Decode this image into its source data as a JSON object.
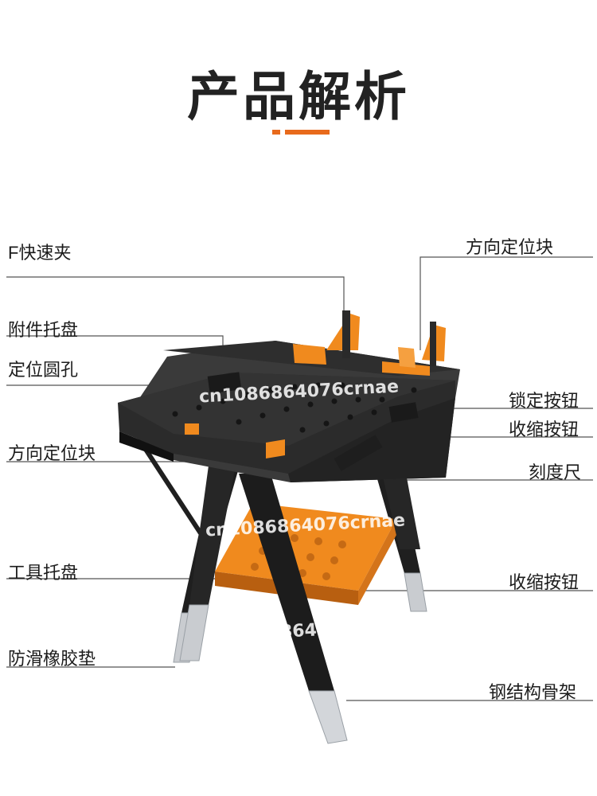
{
  "header": {
    "title": "产品解析"
  },
  "accent_color": "#e86a1c",
  "labels": {
    "f_clamp": "F快速夹",
    "accessory_tray": "附件托盘",
    "positioning_hole": "定位圆孔",
    "direction_block_left": "方向定位块",
    "tool_tray": "工具托盘",
    "anti_slip_pad": "防滑橡胶垫",
    "direction_block_right": "方向定位块",
    "lock_button": "锁定按钮",
    "retract_button_top": "收缩按钮",
    "ruler": "刻度尺",
    "retract_button_bottom": "收缩按钮",
    "steel_frame": "钢结构骨架"
  },
  "watermark": {
    "text": "cn1086864076crnae"
  },
  "product": {
    "name": "portable folding workbench",
    "colors": {
      "body": "#2b2b2b",
      "orange": "#f08a1e",
      "steel": "#c9ccd0"
    }
  }
}
